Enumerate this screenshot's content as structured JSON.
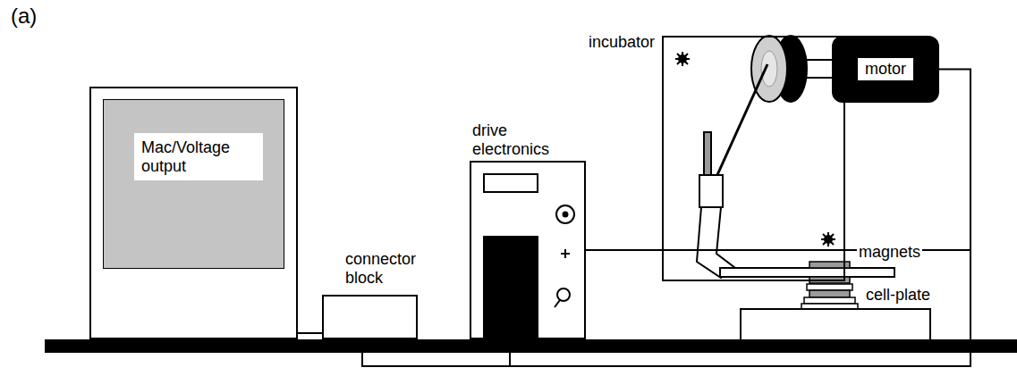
{
  "diagram": {
    "nodes": [
      {
        "text": [
          "Mac/Voltage output"
        ]
      },
      {
        "text": [
          "connector block"
        ]
      },
      {
        "text": [
          "drive electronics"
        ]
      },
      {
        "text": [
          "incubator"
        ]
      },
      {
        "text": [
          "motor"
        ]
      }
    ],
    "edges": [
      {
        "from": 0,
        "to": 1,
        "arrow": "none"
      },
      {
        "from": 1,
        "to": 2,
        "arrow": "none"
      },
      {
        "from": 2,
        "to": 4,
        "arrow": "none"
      }
    ],
    "labels": [
      "(a)",
      "magnets",
      "cell-plate"
    ]
  }
}
